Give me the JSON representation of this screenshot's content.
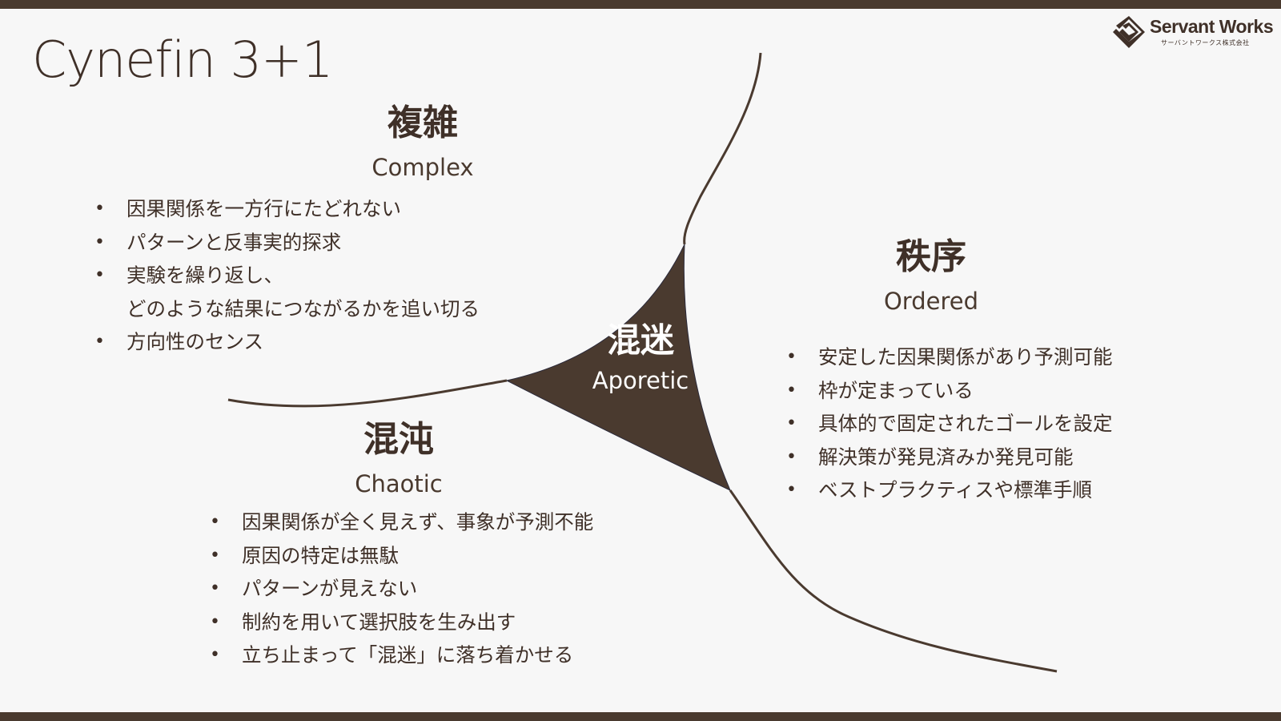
{
  "title": "Cynefin 3+1",
  "logo": {
    "name": "Servant Works",
    "subtitle": "サーバントワークス株式会社"
  },
  "colors": {
    "brown": "#4a3a2f",
    "background": "#f7f7f7",
    "text": "#3f3028"
  },
  "domains": {
    "complex": {
      "jp": "複雑",
      "en": "Complex",
      "items": [
        "因果関係を一方行にたどれない",
        "パターンと反事実的探求",
        "実験を繰り返し、",
        "どのような結果につながるかを追い切る",
        "方向性のセンス"
      ]
    },
    "ordered": {
      "jp": "秩序",
      "en": "Ordered",
      "items": [
        "安定した因果関係があり予測可能",
        "枠が定まっている",
        "具体的で固定されたゴールを設定",
        "解決策が発見済みか発見可能",
        "ベストプラクティスや標準手順"
      ]
    },
    "chaotic": {
      "jp": "混沌",
      "en": "Chaotic",
      "items": [
        "因果関係が全く見えず、事象が予測不能",
        "原因の特定は無駄",
        "パターンが見えない",
        "制約を用いて選択肢を生み出す",
        "立ち止まって「混迷」に落ち着かせる"
      ]
    },
    "aporetic": {
      "jp": "混迷",
      "en": "Aporetic"
    }
  }
}
